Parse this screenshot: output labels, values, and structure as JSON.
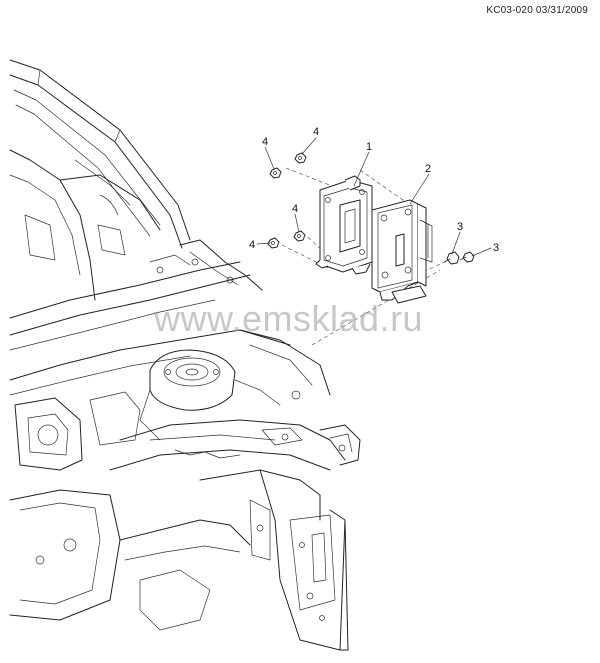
{
  "document_code": "KC03-020 03/31/2009",
  "watermark": "www.emsklad.ru",
  "callouts": [
    {
      "id": "c1",
      "text": "1"
    },
    {
      "id": "c2",
      "text": "2"
    },
    {
      "id": "c3a",
      "text": "3"
    },
    {
      "id": "c3b",
      "text": "3"
    },
    {
      "id": "c4a",
      "text": "4"
    },
    {
      "id": "c4b",
      "text": "4"
    },
    {
      "id": "c4c",
      "text": "4"
    },
    {
      "id": "c4d",
      "text": "4"
    }
  ]
}
